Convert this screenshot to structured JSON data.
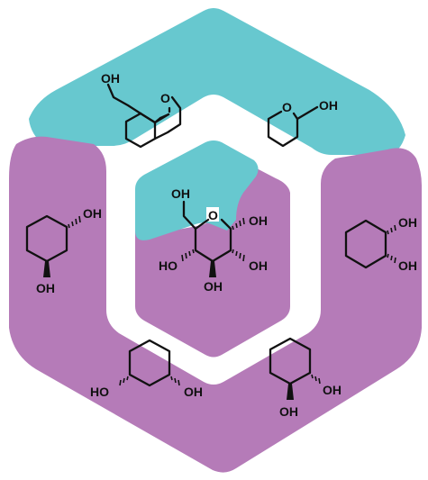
{
  "colors": {
    "teal": "#67c8cf",
    "purple": "#b57bb8",
    "background": "#ffffff",
    "ink": "#111111"
  },
  "labels": {
    "hydroxyl": "OH",
    "hydroxyl_left": "HO",
    "ring_oxygen": "O"
  }
}
